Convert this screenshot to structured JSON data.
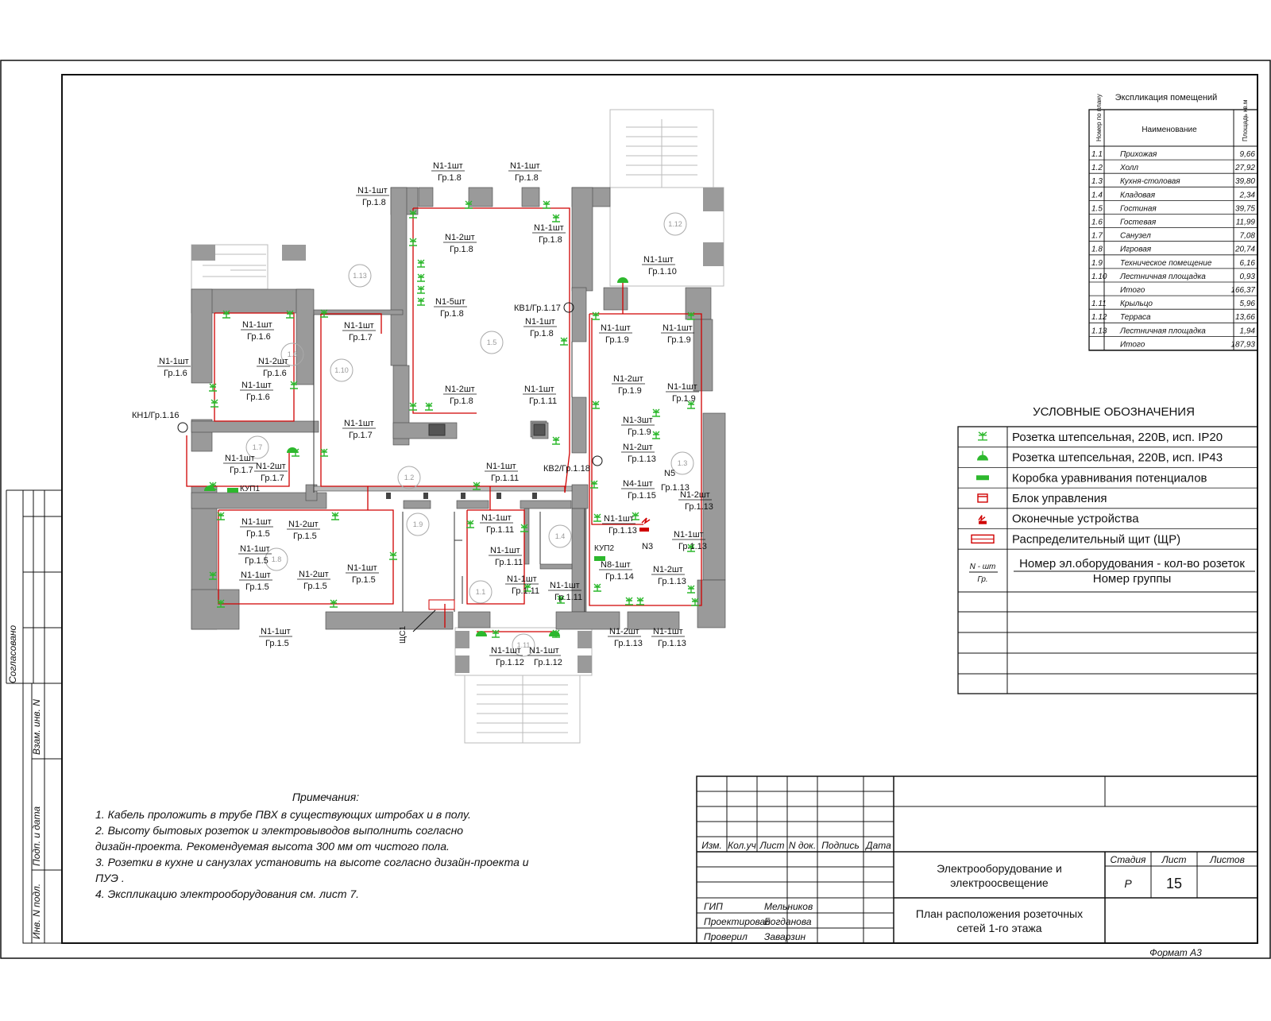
{
  "colors": {
    "wall": "#9a9a9a",
    "wire": "#d00000",
    "socket": "#2db82d",
    "line": "#111111",
    "light_line": "#bbbbbb"
  },
  "explication": {
    "title": "Экспликация помещений",
    "col_num": "Номер по плану",
    "col_name": "Наименование",
    "col_area": "Площадь кв.м",
    "rows": [
      {
        "num": "1.1",
        "name": "Прихожая",
        "area": "9,66"
      },
      {
        "num": "1.2",
        "name": "Холл",
        "area": "27,92"
      },
      {
        "num": "1.3",
        "name": "Кухня-столовая",
        "area": "39,80"
      },
      {
        "num": "1.4",
        "name": "Кладовая",
        "area": "2,34"
      },
      {
        "num": "1.5",
        "name": "Гостиная",
        "area": "39,75"
      },
      {
        "num": "1.6",
        "name": "Гостевая",
        "area": "11,99"
      },
      {
        "num": "1.7",
        "name": "Санузел",
        "area": "7,08"
      },
      {
        "num": "1.8",
        "name": "Игровая",
        "area": "20,74"
      },
      {
        "num": "1.9",
        "name": "Техническое помещение",
        "area": "6,16"
      },
      {
        "num": "1.10",
        "name": "Лестничная площадка",
        "area": "0,93"
      },
      {
        "num": "",
        "name": "Итого",
        "area": "166,37"
      },
      {
        "num": "1.11",
        "name": "Крыльцо",
        "area": "5,96"
      },
      {
        "num": "1.12",
        "name": "Терраса",
        "area": "13,66"
      },
      {
        "num": "1.13",
        "name": "Лестничная площадка",
        "area": "1,94"
      },
      {
        "num": "",
        "name": "Итого",
        "area": "187,93"
      }
    ]
  },
  "legend": {
    "title": "УСЛОВНЫЕ ОБОЗНАЧЕНИЯ",
    "items": [
      {
        "icon": "socket-ip20-icon",
        "text": "Розетка штепсельная, 220В, исп. IP20"
      },
      {
        "icon": "socket-ip43-icon",
        "text": "Розетка штепсельная, 220В, исп. IP43"
      },
      {
        "icon": "potential-box-icon",
        "text": "Коробка уравнивания потенциалов"
      },
      {
        "icon": "control-block-icon",
        "text": "Блок управления"
      },
      {
        "icon": "terminal-device-icon",
        "text": "Оконечные устройства"
      },
      {
        "icon": "distribution-board-icon",
        "text": "Распределительный щит (ЩР)"
      }
    ],
    "code_top": "N - шт",
    "code_bottom": "Гр.",
    "code_line1": "Номер эл.оборудования - кол-во розеток",
    "code_line2": "Номер группы"
  },
  "plan": {
    "rooms": [
      "1.1",
      "1.2",
      "1.3",
      "1.4",
      "1.5",
      "1.6",
      "1.7",
      "1.8",
      "1.9",
      "1.10",
      "1.11",
      "1.12",
      "1.13"
    ],
    "labels": [
      {
        "a": "N1-1шт",
        "b": "Гр.1.8"
      },
      {
        "a": "N1-1шт",
        "b": "Гр.1.8"
      },
      {
        "a": "N1-1шт",
        "b": "Гр.1.8"
      },
      {
        "a": "N1-1шт",
        "b": "Гр.1.8"
      },
      {
        "a": "N1-2шт",
        "b": "Гр.1.8"
      },
      {
        "a": "N1-5шт",
        "b": "Гр.1.8"
      },
      {
        "a": "N1-1шт",
        "b": "Гр.1.8"
      },
      {
        "a": "N1-2шт",
        "b": "Гр.1.8"
      },
      {
        "a": "N1-1шт",
        "b": "Гр.1.11"
      },
      {
        "a": "N1-1шт",
        "b": "Гр.1.10"
      },
      {
        "a": "N1-1шт",
        "b": "Гр.1.6"
      },
      {
        "a": "N1-1шт",
        "b": "Гр.1.6"
      },
      {
        "a": "N1-2шт",
        "b": "Гр.1.6"
      },
      {
        "a": "N1-1шт",
        "b": "Гр.1.6"
      },
      {
        "a": "N1-1шт",
        "b": "Гр.1.7"
      },
      {
        "a": "N1-1шт",
        "b": "Гр.1.7"
      },
      {
        "a": "N1-1шт",
        "b": "Гр.1.7"
      },
      {
        "a": "N1-2шт",
        "b": "Гр.1.7"
      },
      {
        "a": "N1-1шт",
        "b": "Гр.1.11"
      },
      {
        "a": "N1-1шт",
        "b": "Гр.1.9"
      },
      {
        "a": "N1-1шт",
        "b": "Гр.1.9"
      },
      {
        "a": "N1-2шт",
        "b": "Гр.1.9"
      },
      {
        "a": "N1-1шт",
        "b": "Гр.1.9"
      },
      {
        "a": "N1-3шт",
        "b": "Гр.1.9"
      },
      {
        "a": "N1-2шт",
        "b": "Гр.1.13"
      },
      {
        "a": "N4-1шт",
        "b": "Гр.1.15"
      },
      {
        "a": "N1-2шт",
        "b": "Гр.1.13"
      },
      {
        "a": "N1-1шт",
        "b": "Гр.1.13"
      },
      {
        "a": "N1-1шт",
        "b": "Гр.1.13"
      },
      {
        "a": "N8-1шт",
        "b": "Гр.1.14"
      },
      {
        "a": "N1-2шт",
        "b": "Гр.1.13"
      },
      {
        "a": "N1-1шт",
        "b": "Гр.1.5"
      },
      {
        "a": "N1-2шт",
        "b": "Гр.1.5"
      },
      {
        "a": "N1-1шт",
        "b": "Гр.1.5"
      },
      {
        "a": "N1-1шт",
        "b": "Гр.1.5"
      },
      {
        "a": "N1-2шт",
        "b": "Гр.1.5"
      },
      {
        "a": "N1-1шт",
        "b": "Гр.1.5"
      },
      {
        "a": "N1-1шт",
        "b": "Гр.1.5"
      },
      {
        "a": "N1-1шт",
        "b": "Гр.1.11"
      },
      {
        "a": "N1-1шт",
        "b": "Гр.1.11"
      },
      {
        "a": "N1-1шт",
        "b": "Гр.1.11"
      },
      {
        "a": "N1-1шт",
        "b": "Гр.1.11"
      },
      {
        "a": "N1-1шт",
        "b": "Гр.1.12"
      },
      {
        "a": "N1-1шт",
        "b": "Гр.1.12"
      },
      {
        "a": "N1-2шт",
        "b": "Гр.1.13"
      },
      {
        "a": "N1-1шт",
        "b": "Гр.1.13"
      },
      {
        "a": "N1-1шт",
        "b": "Гр.1.5"
      }
    ],
    "marks": [
      "КВ1/Гр.1.17",
      "КВ2/Гр.1.18",
      "КН1/Гр.1.16",
      "КУП1",
      "КУП2",
      "ЩС1",
      "N3",
      "N5",
      "Гр.1.13"
    ]
  },
  "notes": {
    "title": "Примечания:",
    "lines": [
      "1. Кабель проложить в трубе ПВХ в  существующих штробах и в полу.",
      "2. Высоту бытовых розеток и электровыводов выполнить согласно",
      "дизайн-проекта. Рекомендуемая высота 300 мм от чистого пола.",
      "3. Розетки в кухне и санузлах установить на высоте согласно дизайн-проекта и",
      "ПУЭ .",
      "4. Экспликацию электрооборудования см. лист 7."
    ]
  },
  "side_stamp": {
    "agreed": "Согласовано",
    "inv_replace": "Взам. инв. N",
    "sign_date": "Подп. и дата",
    "inv_orig": "Инв. N подл."
  },
  "title_block": {
    "h_izm": "Изм.",
    "h_kol": "Кол.уч",
    "h_list": "Лист",
    "h_ndok": "N док.",
    "h_podp": "Подпись",
    "h_date": "Дата",
    "project": "Электрооборудование и\nэлектроосвещение",
    "stage_h": "Стадия",
    "sheet_h": "Лист",
    "sheets_h": "Листов",
    "stage": "Р",
    "sheet": "15",
    "title": "План расположения розеточных\nсетей 1-го этажа",
    "roles": [
      {
        "role": "ГИП",
        "name": "Мельников"
      },
      {
        "role": "Проектировал",
        "name": "Богданова"
      },
      {
        "role": "Проверил",
        "name": "Заварзин"
      }
    ],
    "format": "Формат А3"
  }
}
